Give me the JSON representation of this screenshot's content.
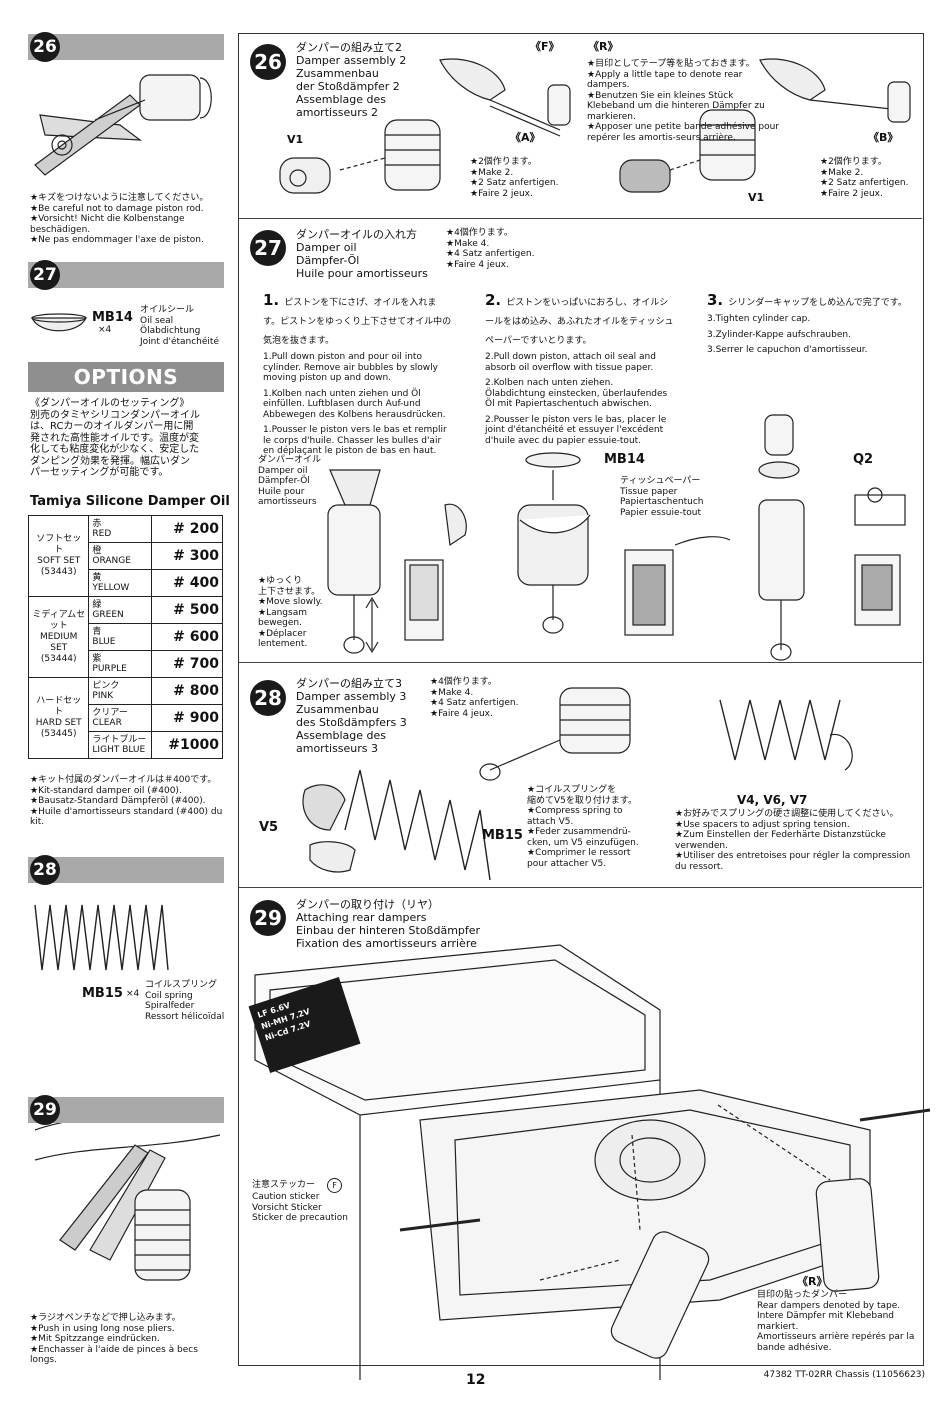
{
  "page_number": "12",
  "footer_code": "47382  TT-02RR Chassis (11056623)",
  "left": {
    "s26": {
      "num": "26",
      "note": "★キズをつけないように注意してください。\n★Be careful not to damage piston rod.\n★Vorsicht!  Nicht  die  Kolbenstange beschädigen.\n★Ne pas endommager l'axe de piston."
    },
    "s27": {
      "num": "27",
      "part_code": "MB14",
      "qty": "×4",
      "part_names": "オイルシール\nOil seal\nÖlabdichtung\nJoint d'étanchéité"
    },
    "options": {
      "title": "OPTIONS",
      "intro": "《ダンパーオイルのセッティング》\n別売のタミヤシリコンダンパーオイル\nは、RCカーのオイルダンパー用に開\n発された高性能オイルです。温度が変\n化しても粘度変化が少なく、安定した\nダンピング効果を発揮。幅広いダン\nパーセッティングが可能です。",
      "table_title": "Tamiya Silicone Damper Oil",
      "sets": [
        {
          "name": "ソフトセット\nSOFT SET\n(53443)",
          "rows": [
            {
              "color": "赤\nRED",
              "value": "# 200"
            },
            {
              "color": "橙\nORANGE",
              "value": "# 300"
            },
            {
              "color": "黄\nYELLOW",
              "value": "# 400"
            }
          ]
        },
        {
          "name": "ミディアムセット\nMEDIUM SET\n(53444)",
          "rows": [
            {
              "color": "緑\nGREEN",
              "value": "# 500"
            },
            {
              "color": "青\nBLUE",
              "value": "# 600"
            },
            {
              "color": "紫\nPURPLE",
              "value": "# 700"
            }
          ]
        },
        {
          "name": "ハードセット\nHARD SET\n(53445)",
          "rows": [
            {
              "color": "ピンク\nPINK",
              "value": "# 800"
            },
            {
              "color": "クリアー\nCLEAR",
              "value": "# 900"
            },
            {
              "color": "ライトブルー\nLIGHT BLUE",
              "value": "#1000"
            }
          ]
        }
      ],
      "note": "★キット付属のダンパーオイルは＃400です。\n★Kit-standard damper oil (#400).\n★Bausatz-Standard Dämpferöl (#400).\n★Huile d'amortisseurs standard (#400) du kit."
    },
    "s28": {
      "num": "28",
      "part_code": "MB15",
      "qty": "×4",
      "part_names": "コイルスプリング\nCoil spring\nSpiralfeder\nRessort hélicoïdal"
    },
    "s29": {
      "num": "29",
      "note": "★ラジオペンチなどで押し込みます。\n★Push in using long nose pliers.\n★Mit Spitzzange eindrücken.\n★Enchasser à l'aide de pinces à becs longs."
    }
  },
  "step26": {
    "num": "26",
    "title": "ダンパーの組み立て2\nDamper assembly 2\nZusammenbau\nder Stoßdämpfer 2\nAssemblage des\namortisseurs 2",
    "label_F": "《F》",
    "label_R": "《R》",
    "label_A": "《A》",
    "label_B": "《B》",
    "label_V1_left": "V1",
    "label_V1_right": "V1",
    "make2_left": "★2個作ります。\n★Make 2.\n★2 Satz anfertigen.\n★Faire 2 jeux.",
    "make2_right": "★2個作ります。\n★Make 2.\n★2 Satz anfertigen.\n★Faire 2 jeux.",
    "tape_note": "★目印としてテープ等を貼っておきます。\n★Apply a little tape to denote rear dampers.\n★Benutzen  Sie  ein  kleines  Stück Klebeband  um  die  hinteren  Dämpfer  zu markieren.\n★Apposer une petite bande adhésive pour repérer les amortis-seurs arrière."
  },
  "step27": {
    "num": "27",
    "title": "ダンパーオイルの入れ方\nDamper oil\nDämpfer-Öl\nHuile pour amortisseurs",
    "make4": "★4個作ります。\n★Make 4.\n★4 Satz anfertigen.\n★Faire 4 jeux.",
    "col1": {
      "head_num": "1.",
      "ja": "ピストンを下にさげ、オイルを入れます。ピストンをゆっくり上下させてオイル中の気泡を抜きます。",
      "en": "1.Pull down piston and pour oil into cylinder. Remove air bubbles by slowly moving piston up and down.",
      "de": "1.Kolben  nach  unten  ziehen  und  Öl einfüllen.  Luftblasen  durch  Auf-und Abbewegen des Kolbens herausdrücken.",
      "fr": "1.Pousser le piston vers le bas et remplir le corps d'huile. Chasser les bulles d'air en déplaçant le piston de bas en haut."
    },
    "col2": {
      "head_num": "2.",
      "ja": "ピストンをいっぱいにおろし、オイルシールをはめ込み、あふれたオイルをティッシュペーパーですいとります。",
      "en": "2.Pull down piston, attach oil seal and absorb oil overflow with tissue paper.",
      "de": "2.Kolben nach unten ziehen. Ölabdichtung einstecken, überlaufendes Öl mit Papiertaschentuch abwischen.",
      "fr": "2.Pousser le piston vers le bas, placer le joint d'étanchéité et essuyer l'excédent d'huile avec du papier essuie-tout."
    },
    "col3": {
      "head_num": "3.",
      "ja": "シリンダーキャップをしめ込んで完了です。",
      "en": "3.Tighten cylinder cap.",
      "de": "3.Zylinder-Kappe aufschrauben.",
      "fr": "3.Serrer le capuchon d'amortisseur."
    },
    "oil_label": "ダンパーオイル\nDamper oil\nDämpfer-Öl\nHuile pour\namortisseurs",
    "slow_note": "★ゆっくり\n上下させます。\n★Move slowly.\n★Langsam\nbewegen.\n★Déplacer\nlentement.",
    "mb14": "MB14",
    "tissue": "ティッシュペーパー\nTissue paper\nPapiertaschentuch\nPapier essuie-tout",
    "q2": "Q2"
  },
  "step28": {
    "num": "28",
    "title": "ダンパーの組み立て3\nDamper assembly 3\nZusammenbau\ndes Stoßdämpfers 3\nAssemblage des\namortisseurs 3",
    "make4": "★4個作ります。\n★Make 4.\n★4 Satz anfertigen.\n★Faire 4 jeux.",
    "v5": "V5",
    "mb15": "MB15",
    "spring_note": "★コイルスプリングを\n縮めてV5を取り付けます。\n★Compress spring to\nattach V5.\n★Feder zusammendrü-\ncken, um V5 einzufügen.\n★Comprimer le ressort\npour attacher V5.",
    "v_labels": "V4, V6, V7",
    "spacer_note": "★お好みでスプリングの硬さ調整に使用してください。\n★Use spacers to adjust spring tension.\n★Zum Einstellen der Federhärte Distanzstücke verwenden.\n★Utiliser des entretoises pour régler la compression du ressort."
  },
  "step29": {
    "num": "29",
    "title": "ダンパーの取り付け（リヤ）\nAttaching rear dampers\nEinbau der hinteren Stoßdämpfer\nFixation des amortisseurs arrière",
    "sticker_title": "注意ステッカー",
    "sticker_letter": "F",
    "sticker_text": "Caution sticker\nVorsicht Sticker\nSticker de precaution",
    "sticker_lines": [
      "LF 6.6V",
      "Ni-MH 7.2V",
      "Ni-Cd 7.2V"
    ],
    "rear_label": "《R》",
    "rear_text": "目印の貼ったダンパー\nRear dampers denoted by tape.\nIntere Dämpfer mit Klebeband markiert.\nAmortisseurs arrière repérés par la bande adhésive."
  }
}
